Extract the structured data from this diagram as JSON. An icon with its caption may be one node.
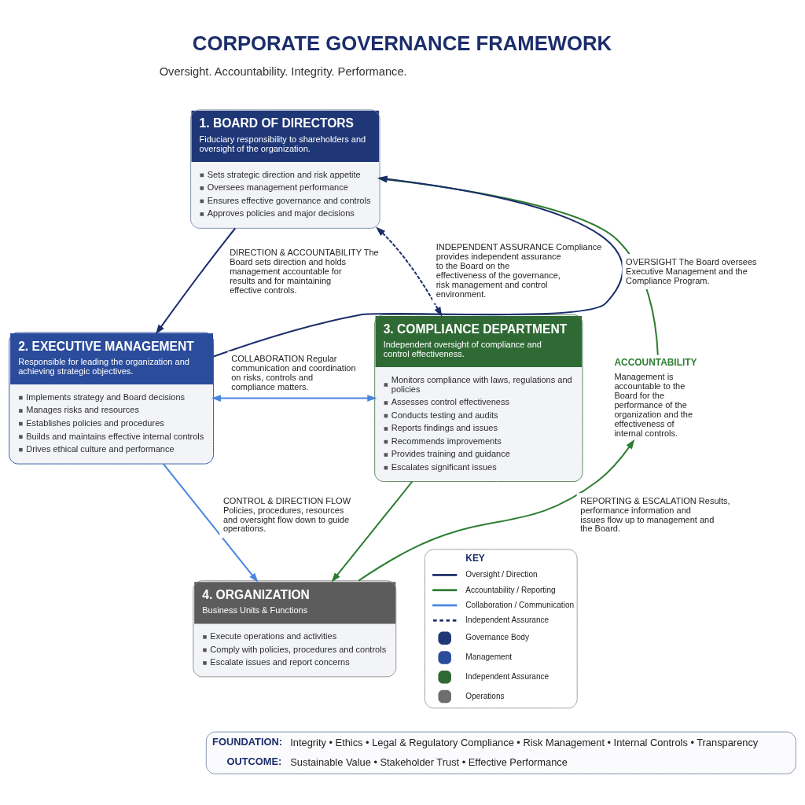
{
  "diagram": {
    "title": "CORPORATE GOVERNANCE FRAMEWORK",
    "nodes": [
      {
        "text": [
          "1. BOARD OF DIRECTORS",
          "Fiduciary responsibility to shareholders and oversight of the organization.",
          "Sets strategic direction and risk appetite",
          "Oversees management performance",
          "Ensures effective governance and controls",
          "Approves policies and major decisions"
        ]
      },
      {
        "text": [
          "2. EXECUTIVE MANAGEMENT",
          "Responsible for leading the organization and achieving strategic objectives.",
          "Implements strategy and Board decisions",
          "Manages risks and resources",
          "Establishes policies and procedures",
          "Builds and maintains effective internal controls",
          "Drives ethical culture and performance"
        ]
      },
      {
        "text": [
          "3. COMPLIANCE DEPARTMENT",
          "Independent oversight of compliance and control effectiveness.",
          "Monitors compliance with laws, regulations and policies",
          "Assesses control effectiveness",
          "Conducts testing and audits",
          "Reports findings and issues",
          "Recommends improvements",
          "Provides training and guidance",
          "Escalates significant issues"
        ]
      },
      {
        "text": [
          "4. ORGANIZATION",
          "Business Units & Functions",
          "Execute operations and activities",
          "Comply with policies, procedures and controls",
          "Escalate issues and report concerns"
        ]
      },
      {
        "text": [
          "ACCOUNTABILITY",
          "Management is accountable to the Board for the performance of the organization and the effectiveness of internal controls."
        ]
      },
      {
        "text": [
          "FOUNDATION:",
          "Integrity • Ethics • Legal & Regulatory Compliance • Risk Management • Internal Controls • Transparency",
          "OUTCOME:",
          "Sustainable Value • Stakeholder Trust • Effective Performance"
        ]
      }
    ],
    "edges": [
      {
        "from": 4,
        "to": 0,
        "arrow": "to",
        "color": "#2e7d32"
      },
      {
        "from": 1,
        "to": 0,
        "arrow": "to",
        "label": "OVERSIGHT The Board oversees Executive Management and the Compliance Program.",
        "color": "#1b2d6b"
      },
      {
        "from": 0,
        "to": 2,
        "arrow": "both",
        "style": "dashed",
        "label": "INDEPENDENT ASSURANCE Compliance provides independent assurance to the Board on the effectiveness of the governance, risk management and control environment.",
        "color": "#1b2d6b"
      },
      {
        "from": 0,
        "to": 1,
        "arrow": "to",
        "label": "DIRECTION & ACCOUNTABILITY The Board sets direction and holds management accountable for results and for maintaining effective controls.",
        "color": "#1b2d6b"
      },
      {
        "from": 1,
        "to": 2,
        "arrow": "both",
        "label": "COLLABORATION Regular communication and coordination on risks, controls and compliance matters.",
        "color": "#4a86e0"
      },
      {
        "from": 1,
        "to": 3,
        "arrow": "to",
        "label": "CONTROL & DIRECTION FLOW Policies, procedures, resources and oversight flow down to guide operations.",
        "color": "#4a86e0"
      },
      {
        "from": 3,
        "to": 4,
        "arrow": "to",
        "label": "REPORTING & ESCALATION Results, performance information and issues flow up to management and the Board.",
        "color": "#2e7d32"
      },
      {
        "from": 2,
        "to": 3,
        "arrow": "to",
        "color": "#2e7d32"
      }
    ],
    "labels": [
      "Oversight. Accountability. Integrity. Performance.",
      "KEY"
    ],
    "legend": [
      {
        "text": "Oversight / Direction"
      },
      {
        "text": "Accountability / Reporting"
      },
      {
        "text": "Collaboration / Communication"
      },
      {
        "text": "Independent Assurance"
      },
      {
        "text": "Governance Body"
      },
      {
        "text": "Management"
      },
      {
        "text": "Independent Assurance"
      },
      {
        "text": "Operations"
      }
    ]
  }
}
